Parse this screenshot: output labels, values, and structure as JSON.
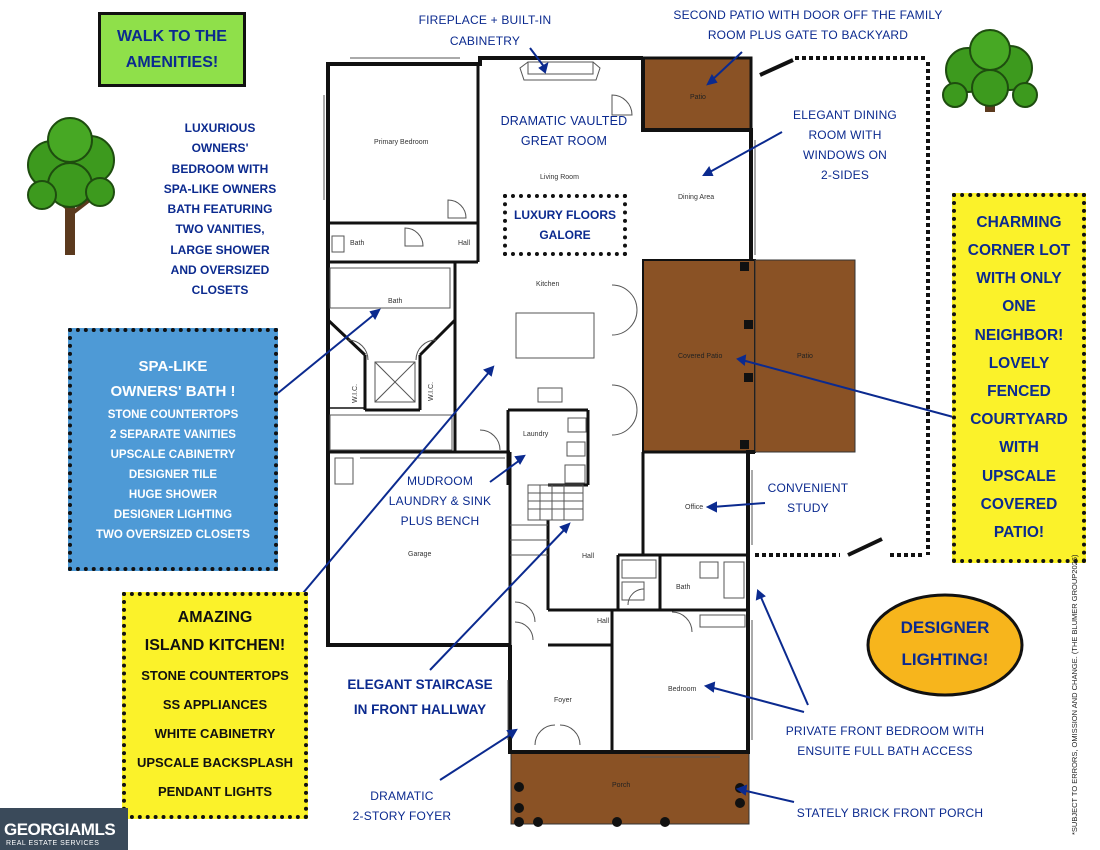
{
  "boxes": {
    "walk": [
      "WALK TO THE",
      "AMENITIES!"
    ],
    "luxury_floors": [
      "LUXURY FLOORS",
      "GALORE"
    ],
    "spa": [
      "SPA-LIKE",
      "OWNERS' BATH !",
      "STONE COUNTERTOPS",
      "2 SEPARATE VANITIES",
      "UPSCALE CABINETRY",
      "DESIGNER TILE",
      "HUGE SHOWER",
      "DESIGNER LIGHTING",
      "TWO OVERSIZED CLOSETS"
    ],
    "kitchen": [
      "AMAZING",
      "ISLAND KITCHEN!",
      "STONE COUNTERTOPS",
      "SS APPLIANCES",
      "WHITE CABINETRY",
      "UPSCALE BACKSPLASH",
      "PENDANT LIGHTS"
    ],
    "corner": [
      "CHARMING",
      "CORNER LOT",
      "WITH ONLY",
      "ONE",
      "NEIGHBOR!",
      "LOVELY",
      "FENCED",
      "COURTYARD",
      "WITH",
      "UPSCALE",
      "COVERED",
      "PATIO!"
    ],
    "designer": [
      "DESIGNER",
      "LIGHTING!"
    ]
  },
  "notes": {
    "owners_bedroom": [
      "LUXURIOUS",
      "OWNERS'",
      "BEDROOM WITH",
      "SPA-LIKE OWNERS",
      "BATH FEATURING",
      "TWO VANITIES,",
      "LARGE SHOWER",
      "AND OVERSIZED",
      "CLOSETS"
    ],
    "fireplace": [
      "FIREPLACE + BUILT-IN",
      "CABINETRY"
    ],
    "second_patio": [
      "SECOND PATIO WITH DOOR OFF THE FAMILY",
      "ROOM PLUS GATE TO BACKYARD"
    ],
    "great_room": [
      "DRAMATIC VAULTED",
      "GREAT ROOM"
    ],
    "dining": [
      "ELEGANT DINING",
      "ROOM WITH",
      "WINDOWS ON",
      "2-SIDES"
    ],
    "mudroom": [
      "MUDROOM",
      "LAUNDRY & SINK",
      "PLUS BENCH"
    ],
    "study": [
      "CONVENIENT",
      "STUDY"
    ],
    "staircase": [
      "ELEGANT STAIRCASE",
      "IN FRONT HALLWAY"
    ],
    "front_bedroom": [
      "PRIVATE FRONT BEDROOM WITH",
      "ENSUITE FULL BATH ACCESS"
    ],
    "foyer": [
      "DRAMATIC",
      "2-STORY FOYER"
    ],
    "porch": [
      "STATELY BRICK FRONT PORCH"
    ]
  },
  "rooms": {
    "primary_bedroom": "Primary Bedroom",
    "living_room": "Living Room",
    "dining_area": "Dining Area",
    "patio_top": "Patio",
    "bath_small": "Bath",
    "hall_top": "Hall",
    "bath_main": "Bath",
    "kitchen": "Kitchen",
    "wic_left": "W.I.C.",
    "wic_right": "W.I.C.",
    "covered_patio": "Covered Patio",
    "patio_right": "Patio",
    "laundry": "Laundry",
    "office": "Office",
    "garage": "Garage",
    "hall_mid": "Hall",
    "bath_front": "Bath",
    "hall_lower": "Hall",
    "foyer": "Foyer",
    "bedroom": "Bedroom",
    "porch": "Porch"
  },
  "disclaimer": "*SUBJECT TO ERRORS, OMISSION AND CHANGE. (THE BLUMER GROUP2026)",
  "logo": {
    "brand": "GEORGIAMLS",
    "sub": "REAL ESTATE SERVICES"
  },
  "colors": {
    "text_blue": "#0b2a8f",
    "patio_brown": "#8a5225",
    "green_box": "#8fe04a",
    "blue_box": "#4e9ad6",
    "yellow_box": "#fbf22a",
    "orange_oval": "#f7b51c",
    "tree_green": "#3d9a1e"
  }
}
